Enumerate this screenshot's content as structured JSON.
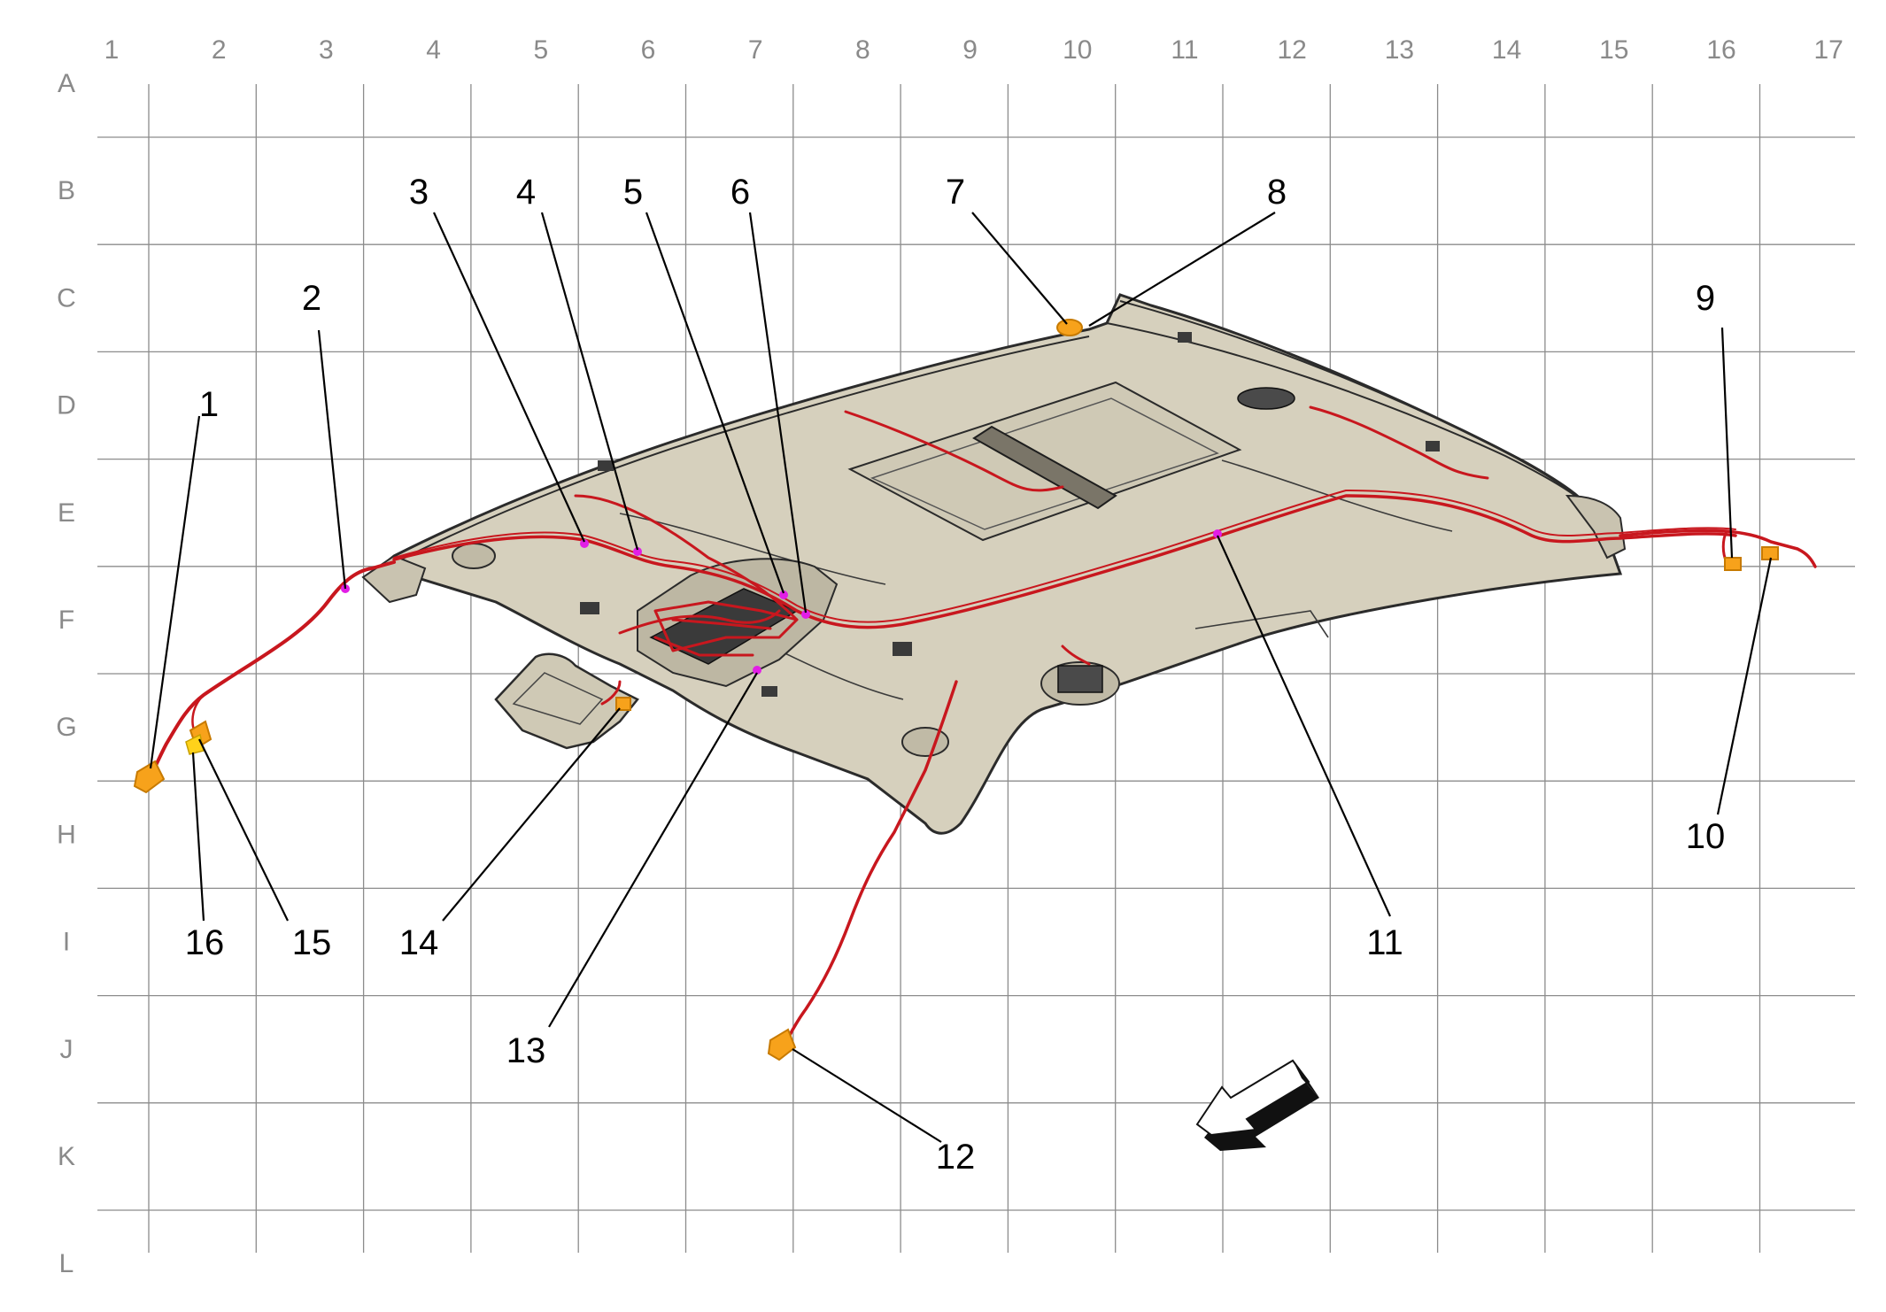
{
  "grid": {
    "columns": [
      "1",
      "2",
      "3",
      "4",
      "5",
      "6",
      "7",
      "8",
      "9",
      "10",
      "11",
      "12",
      "13",
      "14",
      "15",
      "16",
      "17"
    ],
    "rows": [
      "A",
      "B",
      "C",
      "D",
      "E",
      "F",
      "G",
      "H",
      "I",
      "J",
      "K",
      "L"
    ]
  },
  "callouts": [
    "1",
    "2",
    "3",
    "4",
    "5",
    "6",
    "7",
    "8",
    "9",
    "10",
    "11",
    "12",
    "13",
    "14",
    "15",
    "16"
  ],
  "colors": {
    "headliner_fill": "#d6d0bd",
    "headliner_outline": "#2b2b2b",
    "harness": "#c8171e",
    "connector": "#f7a21b",
    "connector_yellow": "#ffd21a",
    "splice_marker": "#e21ee6",
    "grid": "#8c8c8c",
    "arrow_face": "#ffffff",
    "arrow_side": "#111111"
  },
  "icons": {
    "direction_arrow": "front-direction-arrow-icon"
  }
}
